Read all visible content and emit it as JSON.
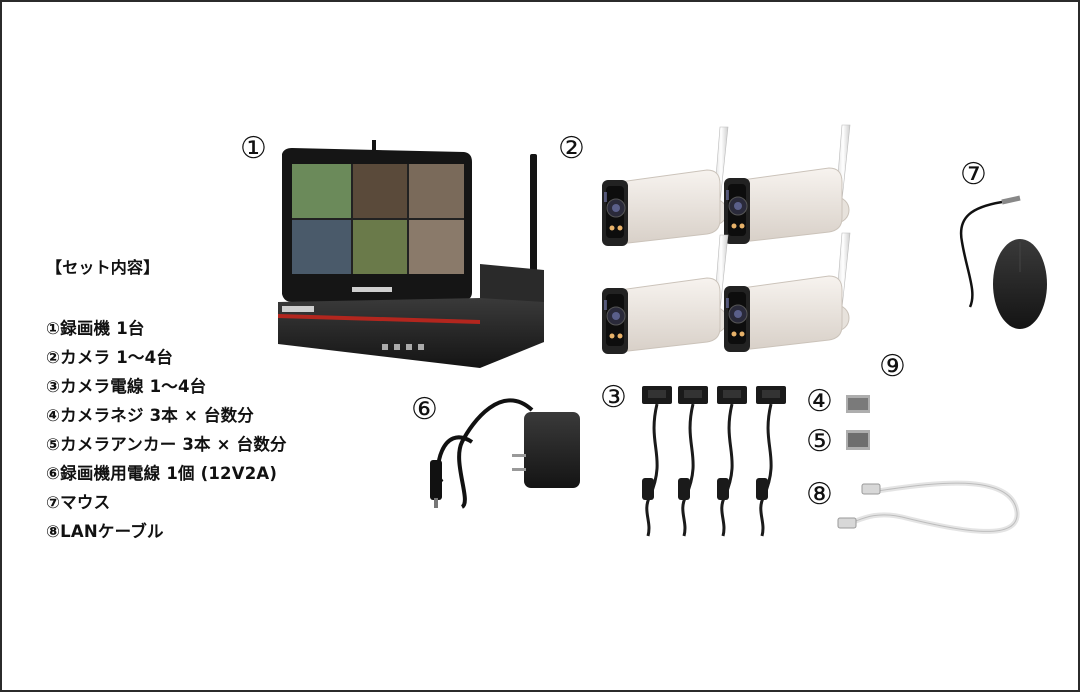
{
  "legend": {
    "title": "【セット内容】",
    "items": [
      "①録画機 1台",
      "②カメラ 1～4台",
      "③カメラ電線 1～4台",
      "④カメラネジ 3本 × 台数分",
      "⑤カメラアンカー 3本 × 台数分",
      "⑥録画機用電線 1個 (12V2A)",
      "⑦マウス",
      "⑧LANケーブル"
    ]
  },
  "callouts": {
    "n1": "①",
    "n2": "②",
    "n3": "③",
    "n4": "④",
    "n5": "⑤",
    "n6": "⑥",
    "n7": "⑦",
    "n8": "⑧",
    "n9": "⑨"
  },
  "colors": {
    "frame": "#2b2b2b",
    "device_body": "#1f1f1f",
    "camera_body": "#efe9e4",
    "accent_red": "#b3261e"
  }
}
